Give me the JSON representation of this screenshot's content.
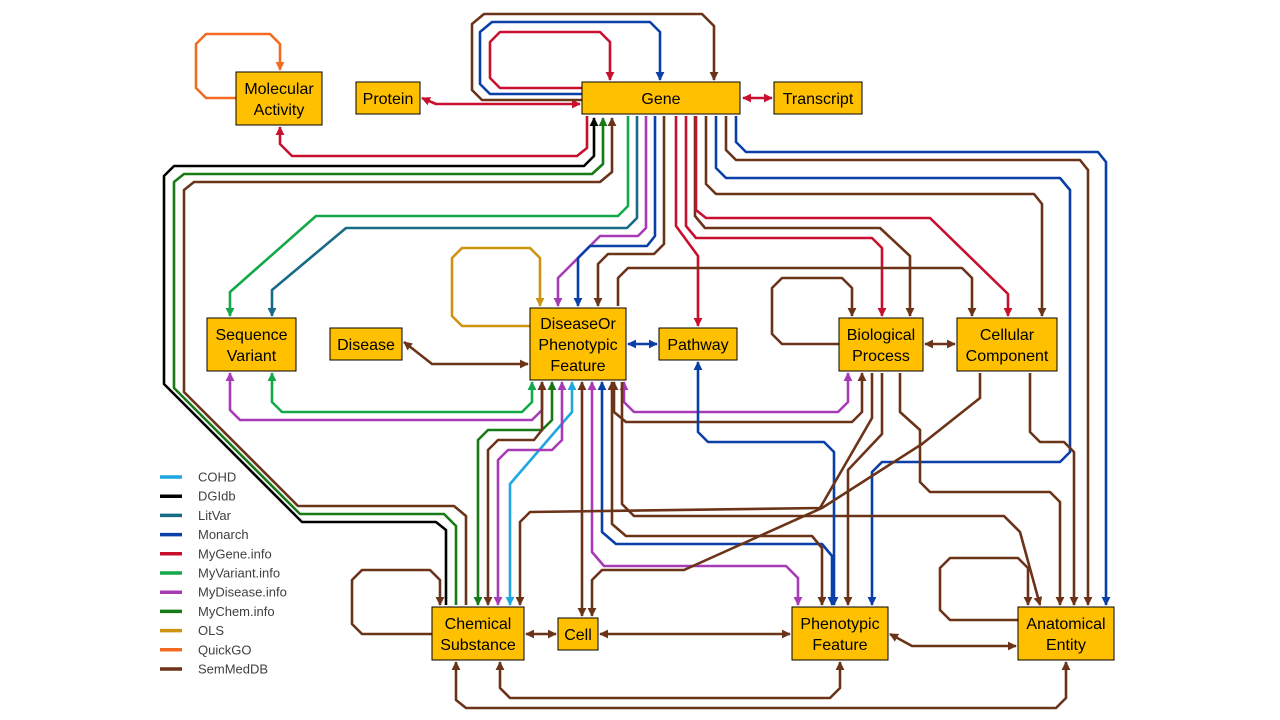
{
  "colors": {
    "node_fill": "#ffc000",
    "COHD": "#1ea7e0",
    "DGIdb": "#000000",
    "LitVar": "#176b87",
    "Monarch": "#0b3fa8",
    "MyGene.info": "#c8102e",
    "MyVariant.info": "#13a84a",
    "MyDisease.info": "#a63bb5",
    "MyChem.info": "#177a17",
    "OLS": "#cc9410",
    "QuickGO": "#f26b21",
    "SemMedDB": "#6b3318"
  },
  "nodes": {
    "gene": [
      "Gene"
    ],
    "protein": [
      "Protein"
    ],
    "transcript": [
      "Transcript"
    ],
    "molecular_activity": [
      "Molecular",
      "Activity"
    ],
    "sequence_variant": [
      "Sequence",
      "Variant"
    ],
    "disease": [
      "Disease"
    ],
    "disease_or_phenotypic_feature": [
      "DiseaseOr",
      "Phenotypic",
      "Feature"
    ],
    "pathway": [
      "Pathway"
    ],
    "biological_process": [
      "Biological",
      "Process"
    ],
    "cellular_component": [
      "Cellular",
      "Component"
    ],
    "chemical_substance": [
      "Chemical",
      "Substance"
    ],
    "cell": [
      "Cell"
    ],
    "phenotypic_feature": [
      "Phenotypic",
      "Feature"
    ],
    "anatomical_entity": [
      "Anatomical",
      "Entity"
    ]
  },
  "legend": [
    {
      "label": "COHD",
      "color": "#1ea7e0"
    },
    {
      "label": "DGIdb",
      "color": "#000000"
    },
    {
      "label": "LitVar",
      "color": "#176b87"
    },
    {
      "label": "Monarch",
      "color": "#0b3fa8"
    },
    {
      "label": "MyGene.info",
      "color": "#c8102e"
    },
    {
      "label": "MyVariant.info",
      "color": "#13a84a"
    },
    {
      "label": "MyDisease.info",
      "color": "#a63bb5"
    },
    {
      "label": "MyChem.info",
      "color": "#177a17"
    },
    {
      "label": "OLS",
      "color": "#cc9410"
    },
    {
      "label": "QuickGO",
      "color": "#f26b21"
    },
    {
      "label": "SemMedDB",
      "color": "#6b3318"
    }
  ],
  "edges": [
    {
      "source": "QuickGO",
      "from": "molecular_activity",
      "to": "molecular_activity",
      "kind": "self"
    },
    {
      "source": "MyGene.info",
      "from": "gene",
      "to": "molecular_activity",
      "kind": "one-way"
    },
    {
      "source": "MyGene.info",
      "from": "gene",
      "to": "protein",
      "kind": "bidirectional"
    },
    {
      "source": "MyGene.info",
      "from": "gene",
      "to": "transcript",
      "kind": "bidirectional"
    },
    {
      "source": "MyGene.info",
      "from": "gene",
      "to": "gene",
      "kind": "self"
    },
    {
      "source": "Monarch",
      "from": "gene",
      "to": "gene",
      "kind": "self"
    },
    {
      "source": "SemMedDB",
      "from": "gene",
      "to": "gene",
      "kind": "self"
    },
    {
      "source": "MyVariant.info",
      "from": "gene",
      "to": "sequence_variant",
      "kind": "one-way"
    },
    {
      "source": "LitVar",
      "from": "gene",
      "to": "sequence_variant",
      "kind": "one-way"
    },
    {
      "source": "MyDisease.info",
      "from": "gene",
      "to": "disease_or_phenotypic_feature",
      "kind": "one-way"
    },
    {
      "source": "Monarch",
      "from": "gene",
      "to": "disease_or_phenotypic_feature",
      "kind": "one-way"
    },
    {
      "source": "SemMedDB",
      "from": "gene",
      "to": "disease_or_phenotypic_feature",
      "kind": "one-way"
    },
    {
      "source": "MyGene.info",
      "from": "gene",
      "to": "pathway",
      "kind": "one-way"
    },
    {
      "source": "MyGene.info",
      "from": "gene",
      "to": "biological_process",
      "kind": "one-way"
    },
    {
      "source": "SemMedDB",
      "from": "gene",
      "to": "biological_process",
      "kind": "one-way"
    },
    {
      "source": "MyGene.info",
      "from": "gene",
      "to": "cellular_component",
      "kind": "one-way"
    },
    {
      "source": "SemMedDB",
      "from": "gene",
      "to": "cellular_component",
      "kind": "one-way"
    },
    {
      "source": "Monarch",
      "from": "gene",
      "to": "anatomical_entity",
      "kind": "one-way"
    },
    {
      "source": "SemMedDB",
      "from": "gene",
      "to": "anatomical_entity",
      "kind": "one-way"
    },
    {
      "source": "Monarch",
      "from": "gene",
      "to": "phenotypic_feature",
      "kind": "one-way"
    },
    {
      "source": "DGIdb",
      "from": "chemical_substance",
      "to": "gene",
      "kind": "one-way"
    },
    {
      "source": "MyChem.info",
      "from": "chemical_substance",
      "to": "gene",
      "kind": "one-way"
    },
    {
      "source": "SemMedDB",
      "from": "chemical_substance",
      "to": "gene",
      "kind": "one-way"
    },
    {
      "source": "OLS",
      "from": "disease_or_phenotypic_feature",
      "to": "disease_or_phenotypic_feature",
      "kind": "self"
    },
    {
      "source": "SemMedDB",
      "from": "disease",
      "to": "disease_or_phenotypic_feature",
      "kind": "bidirectional"
    },
    {
      "source": "Monarch",
      "from": "disease_or_phenotypic_feature",
      "to": "pathway",
      "kind": "bidirectional"
    },
    {
      "source": "MyDisease.info",
      "from": "disease_or_phenotypic_feature",
      "to": "sequence_variant",
      "kind": "bidirectional"
    },
    {
      "source": "MyVariant.info",
      "from": "disease_or_phenotypic_feature",
      "to": "sequence_variant",
      "kind": "bidirectional"
    },
    {
      "source": "MyDisease.info",
      "from": "disease_or_phenotypic_feature",
      "to": "biological_process",
      "kind": "bidirectional"
    },
    {
      "source": "SemMedDB",
      "from": "disease_or_phenotypic_feature",
      "to": "biological_process",
      "kind": "bidirectional"
    },
    {
      "source": "SemMedDB",
      "from": "disease_or_phenotypic_feature",
      "to": "cellular_component",
      "kind": "one-way"
    },
    {
      "source": "COHD",
      "from": "disease_or_phenotypic_feature",
      "to": "chemical_substance",
      "kind": "bidirectional"
    },
    {
      "source": "MyChem.info",
      "from": "disease_or_phenotypic_feature",
      "to": "chemical_substance",
      "kind": "bidirectional"
    },
    {
      "source": "MyDisease.info",
      "from": "disease_or_phenotypic_feature",
      "to": "chemical_substance",
      "kind": "bidirectional"
    },
    {
      "source": "SemMedDB",
      "from": "disease_or_phenotypic_feature",
      "to": "chemical_substance",
      "kind": "bidirectional"
    },
    {
      "source": "SemMedDB",
      "from": "disease_or_phenotypic_feature",
      "to": "cell",
      "kind": "bidirectional"
    },
    {
      "source": "Monarch",
      "from": "disease_or_phenotypic_feature",
      "to": "phenotypic_feature",
      "kind": "bidirectional"
    },
    {
      "source": "MyDisease.info",
      "from": "disease_or_phenotypic_feature",
      "to": "phenotypic_feature",
      "kind": "bidirectional"
    },
    {
      "source": "SemMedDB",
      "from": "disease_or_phenotypic_feature",
      "to": "phenotypic_feature",
      "kind": "bidirectional"
    },
    {
      "source": "SemMedDB",
      "from": "disease_or_phenotypic_feature",
      "to": "anatomical_entity",
      "kind": "one-way"
    },
    {
      "source": "Monarch",
      "from": "pathway",
      "to": "phenotypic_feature",
      "kind": "bidirectional"
    },
    {
      "source": "SemMedDB",
      "from": "biological_process",
      "to": "biological_process",
      "kind": "self"
    },
    {
      "source": "SemMedDB",
      "from": "biological_process",
      "to": "cellular_component",
      "kind": "bidirectional"
    },
    {
      "source": "SemMedDB",
      "from": "biological_process",
      "to": "chemical_substance",
      "kind": "one-way"
    },
    {
      "source": "SemMedDB",
      "from": "biological_process",
      "to": "phenotypic_feature",
      "kind": "one-way"
    },
    {
      "source": "SemMedDB",
      "from": "biological_process",
      "to": "anatomical_entity",
      "kind": "one-way"
    },
    {
      "source": "SemMedDB",
      "from": "cellular_component",
      "to": "cell",
      "kind": "one-way"
    },
    {
      "source": "SemMedDB",
      "from": "cellular_component",
      "to": "anatomical_entity",
      "kind": "one-way"
    },
    {
      "source": "SemMedDB",
      "from": "chemical_substance",
      "to": "chemical_substance",
      "kind": "self"
    },
    {
      "source": "SemMedDB",
      "from": "chemical_substance",
      "to": "cell",
      "kind": "bidirectional"
    },
    {
      "source": "SemMedDB",
      "from": "cell",
      "to": "phenotypic_feature",
      "kind": "bidirectional"
    },
    {
      "source": "SemMedDB",
      "from": "phenotypic_feature",
      "to": "anatomical_entity",
      "kind": "bidirectional"
    },
    {
      "source": "SemMedDB",
      "from": "chemical_substance",
      "to": "anatomical_entity",
      "kind": "bidirectional"
    },
    {
      "source": "SemMedDB",
      "from": "chemical_substance",
      "to": "phenotypic_feature",
      "kind": "bidirectional"
    },
    {
      "source": "SemMedDB",
      "from": "anatomical_entity",
      "to": "anatomical_entity",
      "kind": "self"
    }
  ]
}
